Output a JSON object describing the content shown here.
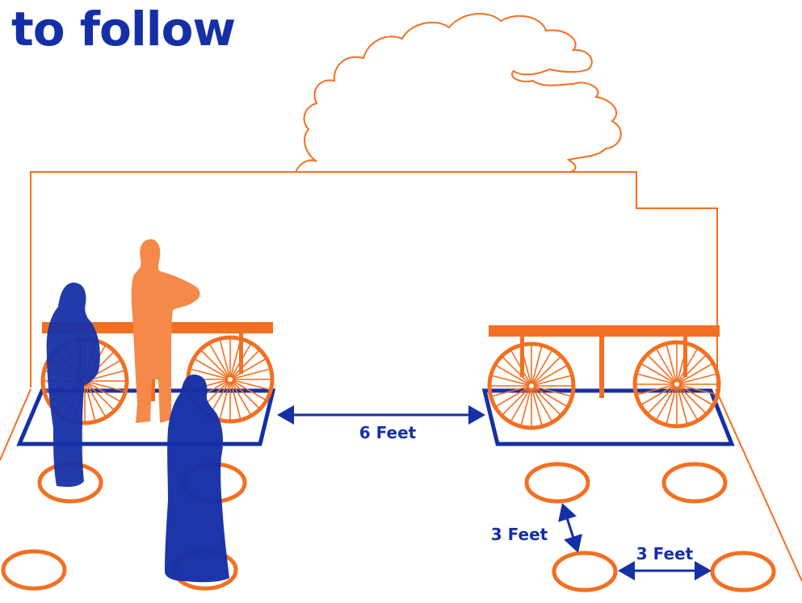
{
  "title": "to follow",
  "labels": {
    "cart_distance": "6 Feet",
    "circle_distance_vertical": "3 Feet",
    "circle_distance_horizontal": "3 Feet"
  },
  "colors": {
    "navy": "#1530a6",
    "orange": "#f36f21",
    "person_orange": "#f5894a",
    "background": "#ffffff"
  }
}
